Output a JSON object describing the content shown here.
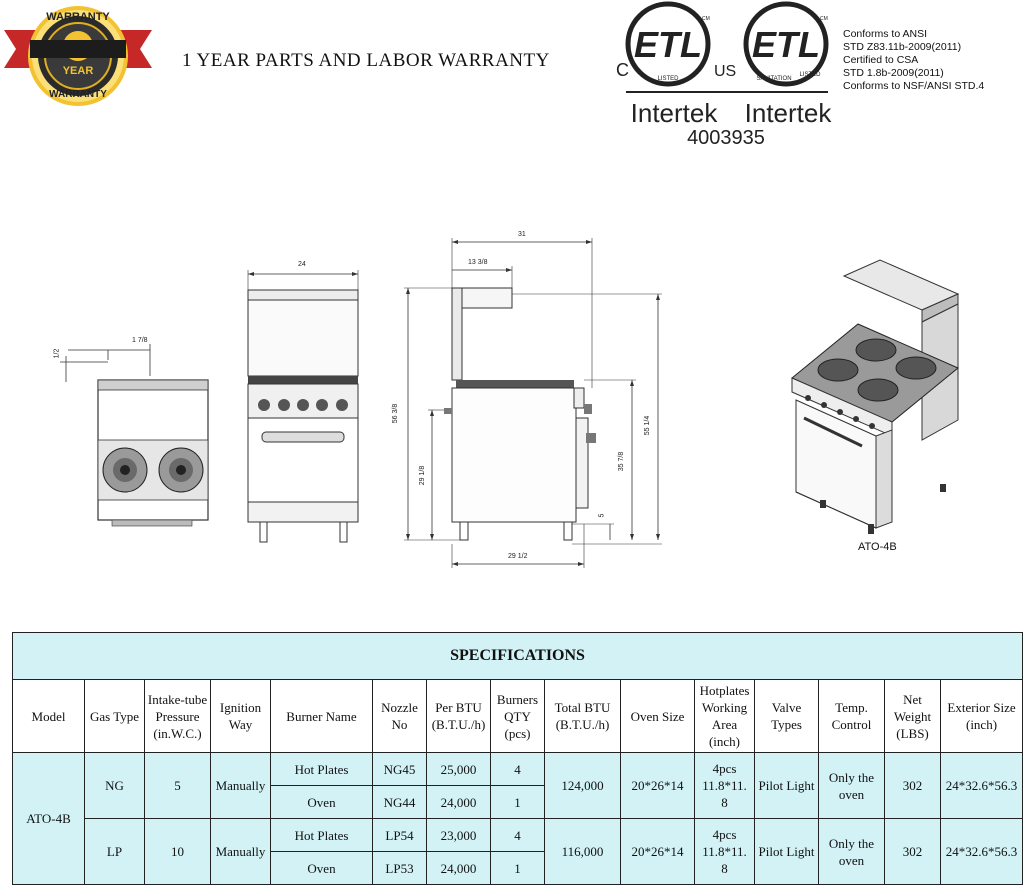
{
  "header": {
    "warranty_badge": {
      "top": "WARRANTY",
      "number": "1",
      "middle": "YEAR",
      "bottom": "WARRANTY"
    },
    "warranty_text": "1 YEAR PARTS AND LABOR WARRANTY",
    "etl": {
      "mark": "ETL",
      "c": "C",
      "us": "US",
      "listed": "LISTED",
      "sanitation": "SANITATION",
      "listed2": "LISTED",
      "cm1": "CM",
      "cm2": "CM",
      "intertek1": "Intertek",
      "intertek2": "Intertek",
      "cert_number": "4003935"
    },
    "conformance": [
      "Conforms to ANSI",
      "STD Z83.11b-2009(2011)",
      "Certified to CSA",
      "STD 1.8b-2009(2011)",
      "Conforms to NSF/ANSI STD.4"
    ]
  },
  "dimensions": {
    "d_1_7_8": "1 7/8",
    "d_1_2": "1/2",
    "d_24": "24",
    "d_31": "31",
    "d_13_3_8": "13 3/8",
    "d_56_3_8": "56 3/8",
    "d_29_1_8": "29 1/8",
    "d_55_1_4": "55 1/4",
    "d_35_7_8": "35 7/8",
    "d_5": "5",
    "d_29_1_2": "29 1/2"
  },
  "product_label": "ATO-4B",
  "specs": {
    "title": "SPECIFICATIONS",
    "headers": {
      "model": "Model",
      "gas": "Gas Type",
      "pressure": [
        "Intake-tube",
        "Pressure",
        "(in.W.C.)"
      ],
      "ignition": [
        "Ignition",
        "Way"
      ],
      "burner_name": "Burner Name",
      "nozzle": [
        "Nozzle",
        "No"
      ],
      "per_btu": [
        "Per BTU",
        "(B.T.U./h)"
      ],
      "burners_qty": [
        "Burners",
        "QTY",
        "(pcs)"
      ],
      "total_btu": [
        "Total BTU",
        "(B.T.U./h)"
      ],
      "oven_size": "Oven Size",
      "hotplates": [
        "Hotplates",
        "Working",
        "Area",
        "(inch)"
      ],
      "valve": [
        "Valve",
        "Types"
      ],
      "temp": [
        "Temp.",
        "Control"
      ],
      "net_weight": [
        "Net",
        "Weight",
        "(LBS)"
      ],
      "exterior": [
        "Exterior Size",
        "(inch)"
      ]
    },
    "model": "ATO-4B",
    "groups": [
      {
        "gas": "NG",
        "pressure": "5",
        "ignition": "Manually",
        "rows": [
          {
            "burner": "Hot Plates",
            "nozzle": "NG45",
            "per_btu": "25,000",
            "qty": "4"
          },
          {
            "burner": "Oven",
            "nozzle": "NG44",
            "per_btu": "24,000",
            "qty": "1"
          }
        ],
        "total_btu": "124,000",
        "oven_size": "20*26*14",
        "hotplates": [
          "4pcs",
          "11.8*11.",
          "8"
        ],
        "valve": "Pilot Light",
        "temp": [
          "Only the",
          "oven"
        ],
        "weight": "302",
        "exterior": "24*32.6*56.3"
      },
      {
        "gas": "LP",
        "pressure": "10",
        "ignition": "Manually",
        "rows": [
          {
            "burner": "Hot Plates",
            "nozzle": "LP54",
            "per_btu": "23,000",
            "qty": "4"
          },
          {
            "burner": "Oven",
            "nozzle": "LP53",
            "per_btu": "24,000",
            "qty": "1"
          }
        ],
        "total_btu": "116,000",
        "oven_size": "20*26*14",
        "hotplates": [
          "4pcs",
          "11.8*11.",
          "8"
        ],
        "valve": "Pilot Light",
        "temp": [
          "Only the",
          "oven"
        ],
        "weight": "302",
        "exterior": "24*32.6*56.3"
      }
    ]
  }
}
